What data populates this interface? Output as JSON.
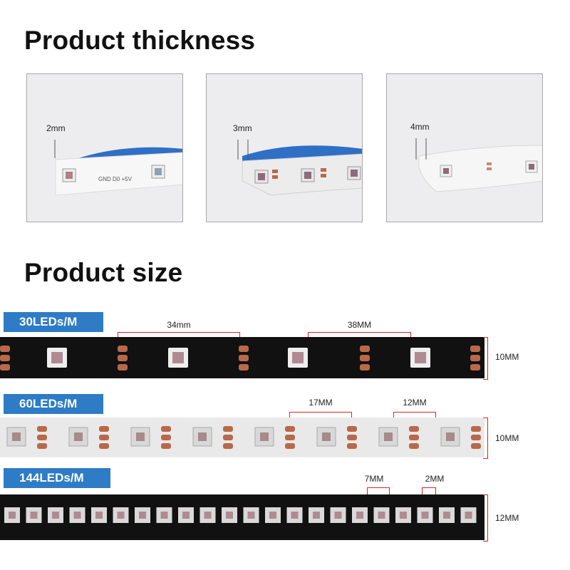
{
  "thickness": {
    "title": "Product thickness",
    "panels": [
      {
        "label": "2mm",
        "tape": "#2f6fc6",
        "cover": "#ffffff"
      },
      {
        "label": "3mm",
        "tape": "#2f6fc6",
        "cover": "#f2f2f2"
      },
      {
        "label": "4mm",
        "tape": "#e4e4e4",
        "cover": "#f8f8f8"
      }
    ]
  },
  "size": {
    "title": "Product size",
    "strips": [
      {
        "name": "30LEDs/M",
        "color": "#111111",
        "height_label": "10MM",
        "measures": [
          {
            "label": "34mm"
          },
          {
            "label": "38MM"
          }
        ]
      },
      {
        "name": "60LEDs/M",
        "color": "#e9e9e9",
        "height_label": "10MM",
        "measures": [
          {
            "label": "17MM"
          },
          {
            "label": "12MM"
          }
        ]
      },
      {
        "name": "144LEDs/M",
        "color": "#111111",
        "height_label": "12MM",
        "measures": [
          {
            "label": "7MM"
          },
          {
            "label": "2MM"
          }
        ]
      }
    ]
  },
  "colors": {
    "tag_blue": "#2e7bc6",
    "measure_red": "#dd2222",
    "pad_copper": "#b8694a"
  }
}
